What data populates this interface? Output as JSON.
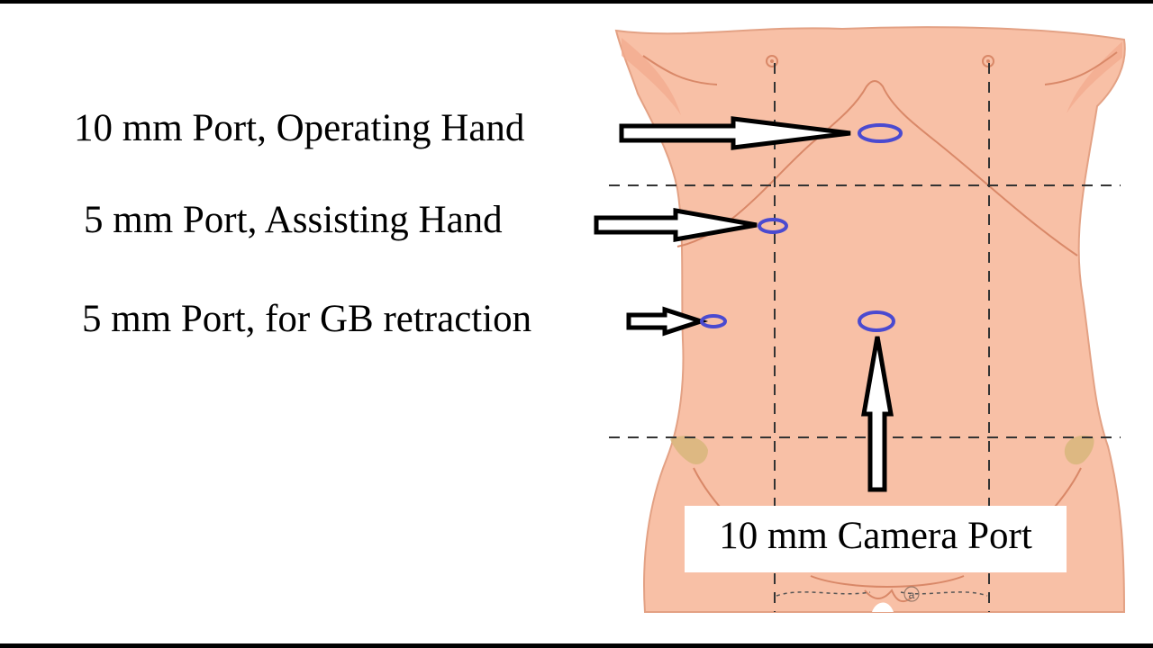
{
  "colors": {
    "skin": "#f8c0a6",
    "skin_shadow": "#e6987c",
    "contour": "#d98868",
    "grid_line": "#333333",
    "port_marker": "#4a4ad0",
    "pelvic_bone": "#d9b77e",
    "arrow_fill": "#ffffff",
    "arrow_stroke": "#000000"
  },
  "icons": {
    "arrow": "hollow-block-arrow",
    "port": "ellipse-outline"
  },
  "labels": {
    "operating_port": "10 mm Port, Operating Hand",
    "assisting_port": "5 mm Port, Assisting Hand",
    "gb_port": "5 mm Port, for GB retraction",
    "camera_port": "10 mm Camera Port",
    "anatomy_mark": "a"
  }
}
